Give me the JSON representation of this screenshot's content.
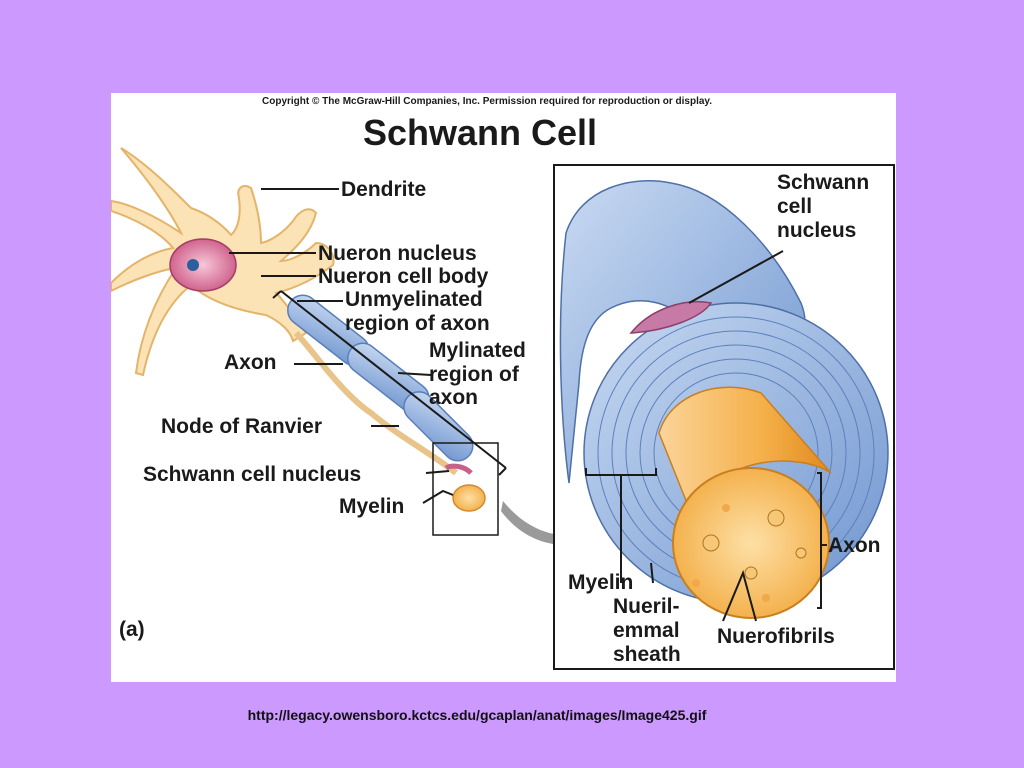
{
  "copyright": "Copyright © The McGraw-Hill Companies, Inc. Permission required for reproduction or display.",
  "title": "Schwann Cell",
  "panel_label": "(a)",
  "labels": {
    "dendrite": "Dendrite",
    "neuron_nucleus": "Nueron nucleus",
    "neuron_cell_body": "Nueron cell body",
    "unmyelinated_1": "Unmyelinated",
    "unmyelinated_2": "region of axon",
    "axon": "Axon",
    "mylinated_1": "Mylinated",
    "mylinated_2": "region of",
    "mylinated_3": "axon",
    "node_of_ranvier": "Node of Ranvier",
    "schwann_cell_nucleus": "Schwann cell nucleus",
    "myelin": "Myelin"
  },
  "detail_labels": {
    "schwann_1": "Schwann",
    "schwann_2": "cell",
    "schwann_3": "nucleus",
    "axon": "Axon",
    "myelin": "Myelin",
    "neurilemmal_1": "Nueril-",
    "neurilemmal_2": "emmal",
    "neurilemmal_3": "sheath",
    "neurofibrils": "Nuerofibrils"
  },
  "source_url": "http://legacy.owensboro.kctcs.edu/gcaplan/anat/images/Image425.gif",
  "colors": {
    "background": "#cc99ff",
    "myelin_blue": "#9bb8e0",
    "axon_orange": "#f5b04a",
    "nucleus_pink": "#d9709a"
  }
}
